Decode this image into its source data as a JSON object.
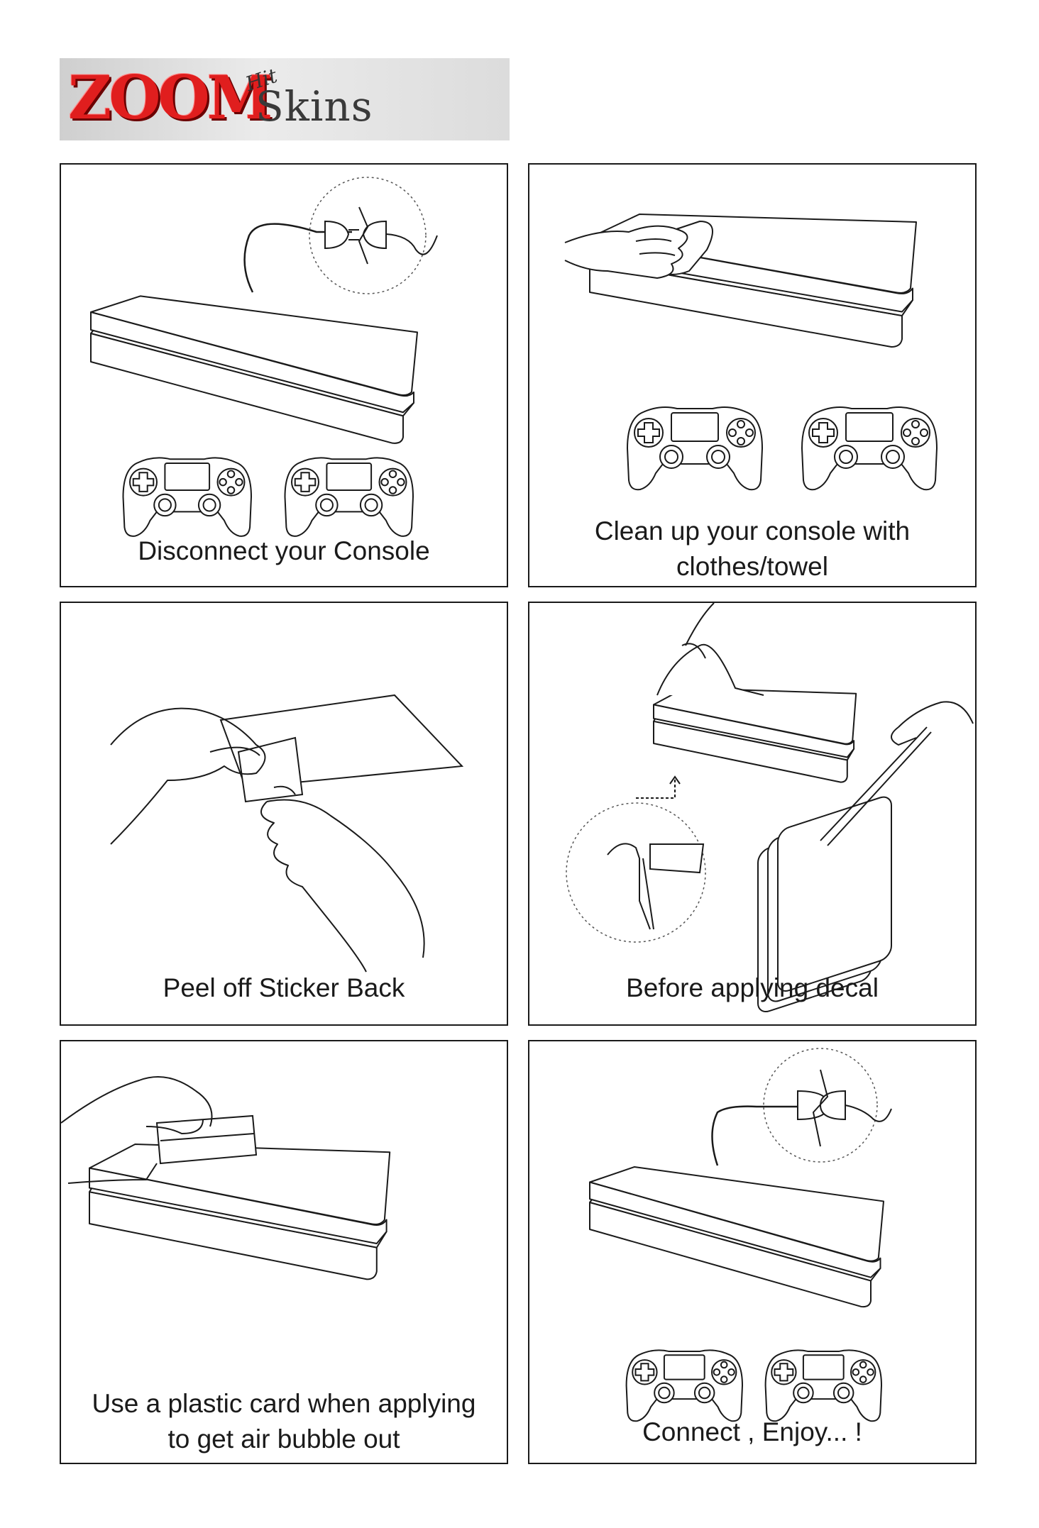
{
  "brand": {
    "logo_word": "ZOOM",
    "logo_small": "Hit",
    "logo_suffix": "Skins"
  },
  "steps": [
    {
      "caption_line1": "Disconnect your Console",
      "caption_line2": ""
    },
    {
      "caption_line1": "Clean up your console with",
      "caption_line2": "clothes/towel"
    },
    {
      "caption_line1": "Peel off Sticker Back",
      "caption_line2": ""
    },
    {
      "caption_line1": "Before applying decal",
      "caption_line2": ""
    },
    {
      "caption_line1": "Use a plastic card when applying",
      "caption_line2": "to get air bubble out"
    },
    {
      "caption_line1": "Connect , Enjoy... !",
      "caption_line2": ""
    }
  ],
  "colors": {
    "line": "#1a1a1a",
    "logo_red": "#e01e1e"
  },
  "icons": [
    "plug-icon",
    "console-icon",
    "controller-icon",
    "hand-icon",
    "card-icon"
  ]
}
